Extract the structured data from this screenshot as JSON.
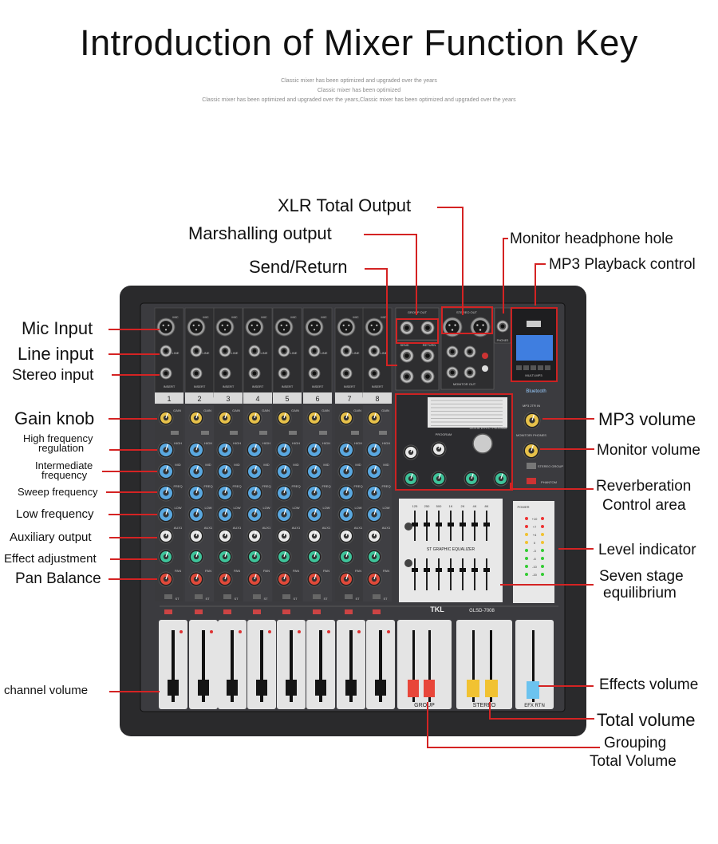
{
  "header": {
    "title": "Introduction of Mixer Function Key",
    "subtitles": [
      "Classic mixer has been optimized and upgraded over the years",
      "Classic mixer has been optimized",
      "Classic mixer has been optimized and upgraded over the years,Classic mixer has been optimized and upgraded over the years"
    ]
  },
  "device": {
    "brand": "TKL",
    "model": "GLSD-7008",
    "channel_numbers": [
      "1",
      "2",
      "3",
      "4",
      "5",
      "6",
      "7",
      "8"
    ],
    "panel_labels": {
      "mic": "MIC",
      "line": "LINE",
      "insert": "INSERT",
      "gain": "GAIN",
      "low_cut": "LOW CUT",
      "high": "HIGH",
      "mid": "MID",
      "freq": "FREQ",
      "low": "LOW",
      "aux1": "AUX1",
      "effect_aux2": "EFFECT AUX2",
      "pan": "PAN",
      "st": "ST",
      "group_out": "GROUP OUT",
      "stereo_out": "STEREO OUT",
      "phones": "PHONES",
      "send": "SEND",
      "return": "RETURN",
      "monitor_out": "MONITOR OUT",
      "bluetooth": "Bluetooth",
      "mp3_2tr_in": "MP3 2TR IN",
      "monitor_phones": "MONITOR/ PHONES",
      "stereo_group": "STEREO GROUP",
      "phantom": "PHANTOM",
      "program": "PROGRAM",
      "graphic_eq": "ST GRAPHIC EQUALIZER",
      "group": "GROUP",
      "stereo": "STEREO",
      "efx_rtn": "EFX RTN",
      "power": "POWER",
      "pk": "PK",
      "sub": "SUB",
      "digital_effect": "DIGITAL EFFECT PROGRAM",
      "multi_mp3": "MULTI-MP3",
      "eq_bands": [
        "125",
        "250",
        "500",
        "1K",
        "2K",
        "4K",
        "8K"
      ],
      "level_marks": [
        "+10",
        "+7",
        "+4",
        "0",
        "-3",
        "-6",
        "-10",
        "-20"
      ]
    },
    "knob_colors": {
      "gain": "#e7c14a",
      "eq": "#5aa8e0",
      "aux": "#e8e8e8",
      "effect": "#3fc39a",
      "pan": "#e04a3a"
    },
    "fader_colors": {
      "group": "#e8463a",
      "stereo": "#f1c232",
      "efx": "#6cc3ef"
    }
  },
  "callouts": {
    "xlr_total_output": "XLR Total Output",
    "marshalling_output": "Marshalling output",
    "send_return": "Send/Return",
    "monitor_headphone_hole": "Monitor headphone hole",
    "mp3_playback_control": "MP3 Playback control",
    "mic_input": "Mic Input",
    "line_input": "Line input",
    "stereo_input": "Stereo input",
    "gain_knob": "Gain knob",
    "high_freq": [
      "High frequency",
      "regulation"
    ],
    "intermediate_freq": [
      "Intermediate",
      "frequency"
    ],
    "sweep_freq": "Sweep frequency",
    "low_freq": "Low frequency",
    "aux_output": "Auxiliary output",
    "effect_adjustment": "Effect adjustment",
    "pan_balance": "Pan Balance",
    "channel_volume": "channel volume",
    "mp3_volume": "MP3 volume",
    "monitor_volume": "Monitor volume",
    "reverb_control": [
      "Reverberation",
      "Control area"
    ],
    "level_indicator": "Level indicator",
    "seven_stage": [
      "Seven stage",
      "equilibrium"
    ],
    "effects_volume": "Effects volume",
    "total_volume": "Total volume",
    "grouping_total_volume": [
      "Grouping",
      "Total Volume"
    ]
  }
}
